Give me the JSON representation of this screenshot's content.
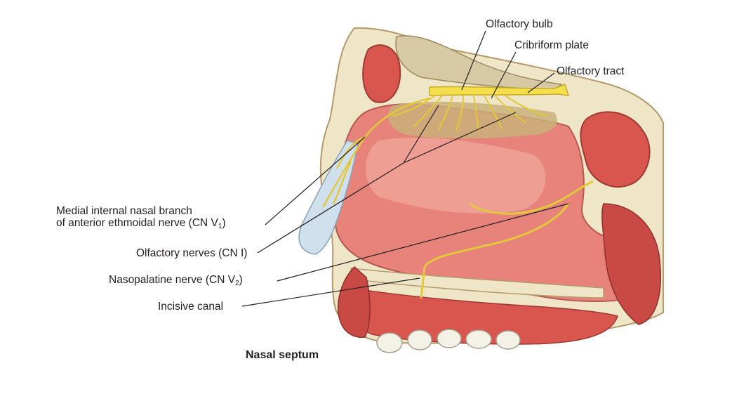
{
  "labels": {
    "olfactory_bulb": "Olfactory bulb",
    "cribriform_plate": "Cribriform plate",
    "olfactory_tract": "Olfactory tract",
    "medial_internal_line1": "Medial internal nasal branch",
    "medial_internal_line2_prefix": "of anterior ethmoidal nerve (CN V",
    "medial_internal_sub": "1",
    "medial_internal_suffix": ")",
    "olfactory_nerves": "Olfactory nerves (CN I)",
    "nasopalatine_prefix": "Nasopalatine nerve (CN V",
    "nasopalatine_sub": "2",
    "nasopalatine_suffix": ")",
    "incisive_canal": "Incisive canal"
  },
  "caption": "Nasal septum",
  "colors": {
    "mucosa": "#e7837a",
    "mucosa_light": "#f2a9a0",
    "bone": "#efe6c8",
    "nerve": "#f3e04a",
    "nerve_dark": "#c9a92a",
    "cartilage": "#cfe0ec",
    "muscle": "#c94a45",
    "teeth": "#f4f1e6",
    "line": "#231f20"
  }
}
